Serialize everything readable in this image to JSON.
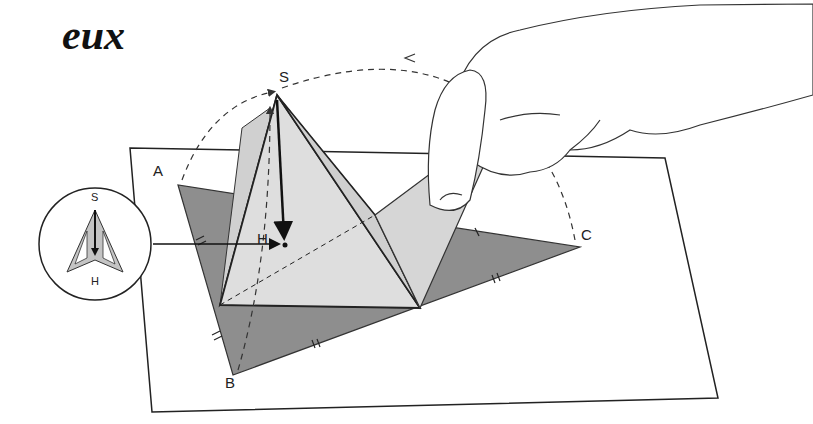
{
  "diagram": {
    "title": "eux",
    "nodes": [
      {
        "text": [
          "S",
          "H"
        ]
      }
    ],
    "labels": [
      "S",
      "A",
      "H",
      "C",
      "B"
    ]
  }
}
